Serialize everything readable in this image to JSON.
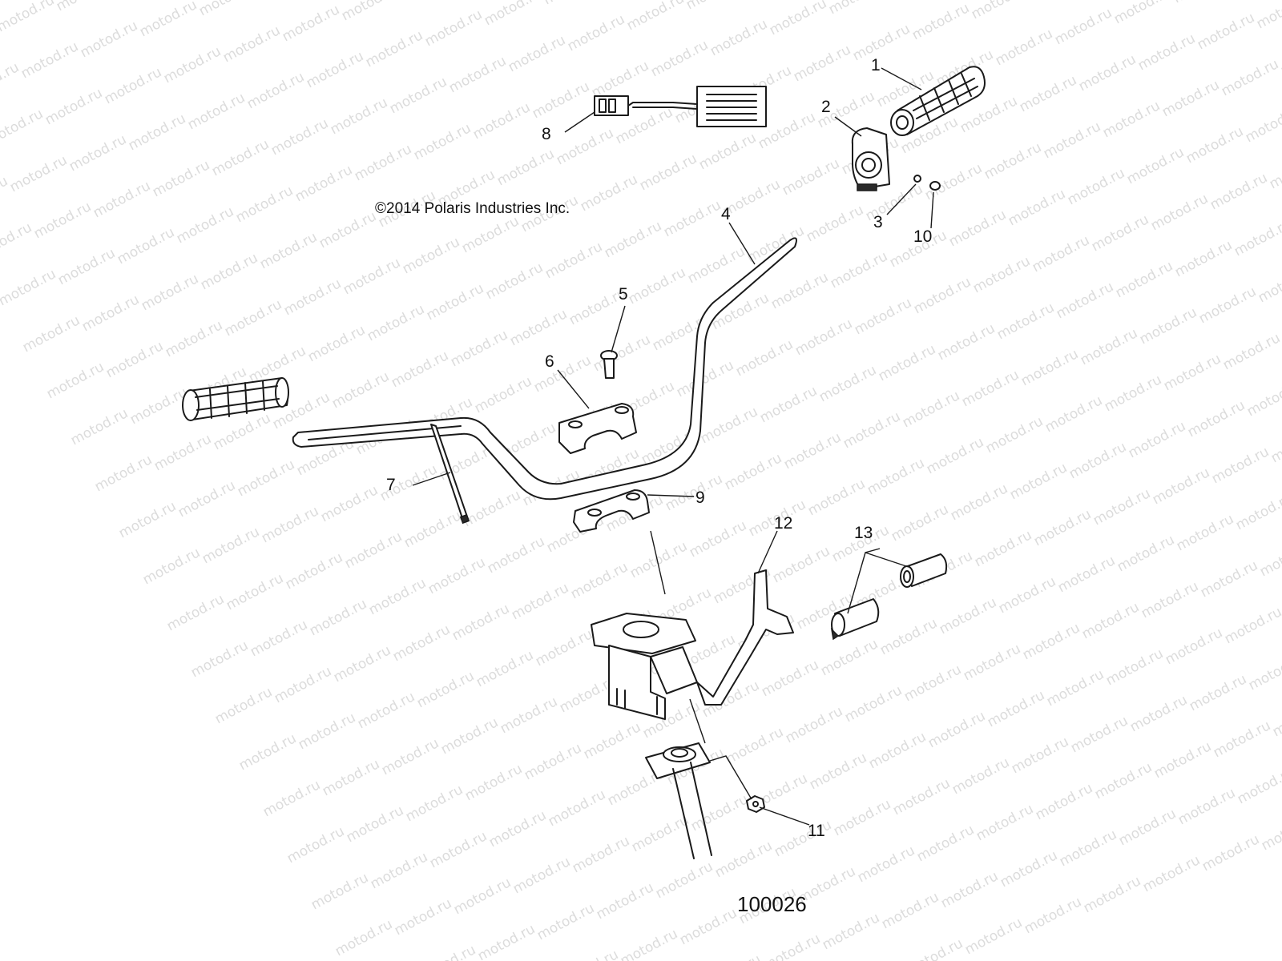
{
  "copyright": "©2014 Polaris Industries Inc.",
  "drawing_number": "100026",
  "watermark": "motod.ru",
  "callouts": [
    {
      "id": "1",
      "label": "1"
    },
    {
      "id": "2",
      "label": "2"
    },
    {
      "id": "3",
      "label": "3"
    },
    {
      "id": "4",
      "label": "4"
    },
    {
      "id": "5",
      "label": "5"
    },
    {
      "id": "6",
      "label": "6"
    },
    {
      "id": "7",
      "label": "7"
    },
    {
      "id": "8",
      "label": "8"
    },
    {
      "id": "9",
      "label": "9"
    },
    {
      "id": "10",
      "label": "10"
    },
    {
      "id": "11",
      "label": "11"
    },
    {
      "id": "12",
      "label": "12"
    },
    {
      "id": "13",
      "label": "13"
    }
  ]
}
